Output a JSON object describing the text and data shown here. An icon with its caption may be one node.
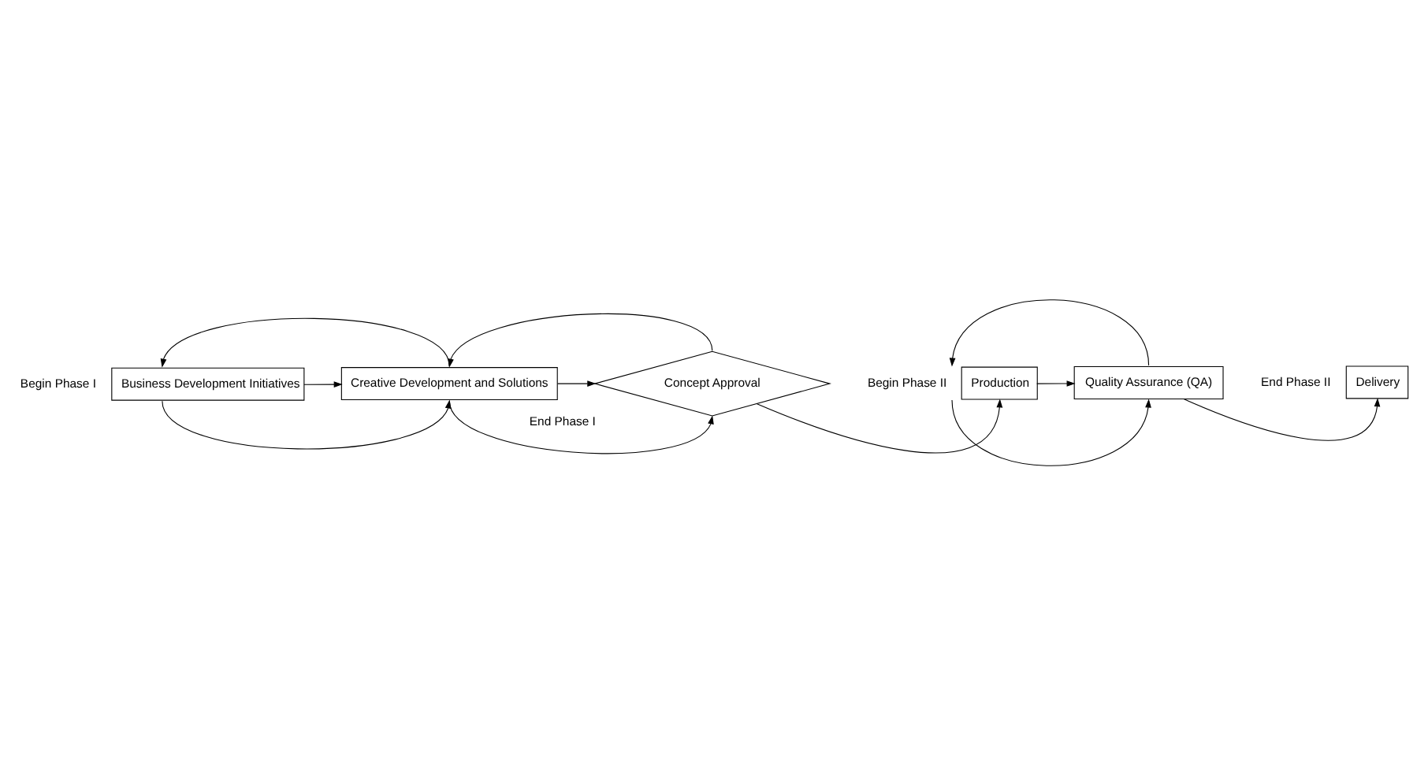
{
  "diagram": {
    "nodes": [
      {
        "text": [
          "Business Development Initiatives"
        ],
        "beside": [
          "Begin Phase I"
        ]
      },
      {
        "text": [
          "Creative Development and Solutions"
        ]
      },
      {
        "text": [
          "Concept Approval"
        ],
        "beside": [
          "End Phase I"
        ]
      },
      {
        "text": [
          "Delivery"
        ],
        "beside": [
          "End Phase II"
        ]
      },
      {
        "text": [
          "Quality Assurance (QA)"
        ]
      },
      {
        "text": [
          "Production"
        ],
        "beside": [
          "Begin Phase II"
        ]
      }
    ],
    "edges": [
      {
        "from": 0,
        "to": 1,
        "arrow": "to"
      },
      {
        "from": 1,
        "to": 0,
        "arrow": "to"
      },
      {
        "from": 2,
        "to": 1,
        "arrow": "to"
      },
      {
        "from": 0,
        "to": 1,
        "arrow": "to"
      },
      {
        "from": 1,
        "to": 2,
        "arrow": "to"
      },
      {
        "from": 1,
        "to": 2,
        "arrow": "to"
      },
      {
        "from": 2,
        "to": 5,
        "arrow": "to"
      },
      {
        "from": 5,
        "to": 4,
        "arrow": "to"
      },
      {
        "from": 4,
        "to": 3,
        "arrow": "to"
      },
      {
        "from": 4,
        "to": 5,
        "arrow": "to"
      },
      {
        "from": 5,
        "to": 4,
        "arrow": "to"
      }
    ]
  }
}
